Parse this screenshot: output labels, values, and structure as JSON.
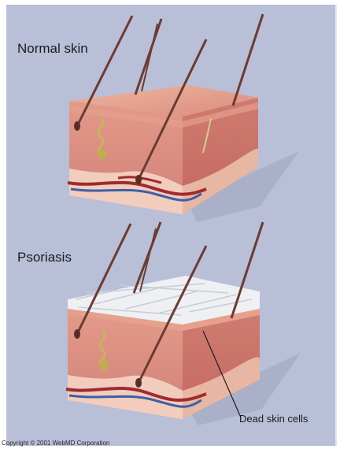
{
  "diagram": {
    "label_top": "Normal skin",
    "label_bottom": "Psoriasis",
    "callout": "Dead skin cells",
    "copyright": "Copyright © 2001 WebMD Corporation"
  },
  "colors": {
    "background": "#b9bfd6",
    "skin_top": "#e8a38f",
    "skin_front": "#d98a7e",
    "skin_side": "#c9716a",
    "fat_layer": "#f0c7b6",
    "hair": "#6a3b33",
    "artery": "#a12a2f",
    "vein": "#3e5fa8",
    "scales": "#eef0f3"
  }
}
